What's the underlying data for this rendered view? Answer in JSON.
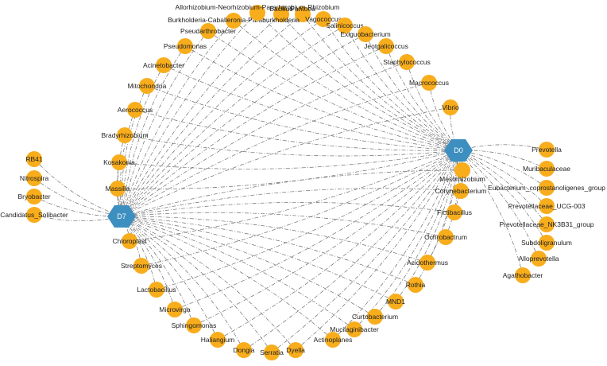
{
  "colors": {
    "genus_node": "#f8ad1c",
    "group_node": "#3d8fc0",
    "edge": "#6e6e6e"
  },
  "hubs": [
    {
      "id": "D0",
      "label": "D0"
    },
    {
      "id": "D7",
      "label": "D7"
    }
  ],
  "nodes": [
    {
      "label": "Bacillus",
      "links": [
        "D0",
        "D7"
      ]
    },
    {
      "label": "Pantoea",
      "links": [
        "D0",
        "D7"
      ]
    },
    {
      "label": "Vagococcus",
      "links": [
        "D0",
        "D7"
      ]
    },
    {
      "label": "Salinicoccus",
      "links": [
        "D0",
        "D7"
      ]
    },
    {
      "label": "Exiguobacterium",
      "links": [
        "D0",
        "D7"
      ]
    },
    {
      "label": "Jeotgalicoccus",
      "links": [
        "D0",
        "D7"
      ]
    },
    {
      "label": "Staphylococcus",
      "links": [
        "D0",
        "D7"
      ]
    },
    {
      "label": "Macrococcus",
      "links": [
        "D0",
        "D7"
      ]
    },
    {
      "label": "Vibrio",
      "links": [
        "D0",
        "D7"
      ]
    },
    {
      "label": "Mesorhizobium",
      "links": [
        "D0",
        "D7"
      ]
    },
    {
      "label": "Corynebacterium",
      "links": [
        "D0",
        "D7"
      ]
    },
    {
      "label": "Fictibacillus",
      "links": [
        "D0",
        "D7"
      ]
    },
    {
      "label": "Ochrobactrum",
      "links": [
        "D0",
        "D7"
      ]
    },
    {
      "label": "Acidothermus",
      "links": [
        "D0",
        "D7"
      ]
    },
    {
      "label": "Rothia",
      "links": [
        "D0",
        "D7"
      ]
    },
    {
      "label": "MND1",
      "links": [
        "D0",
        "D7"
      ]
    },
    {
      "label": "Curtobacterium",
      "links": [
        "D0",
        "D7"
      ]
    },
    {
      "label": "Mucilaginibacter",
      "links": [
        "D0",
        "D7"
      ]
    },
    {
      "label": "Actinoplanes",
      "links": [
        "D0",
        "D7"
      ]
    },
    {
      "label": "Dyella",
      "links": [
        "D0",
        "D7"
      ]
    },
    {
      "label": "Serratia",
      "links": [
        "D0",
        "D7"
      ]
    },
    {
      "label": "Dongia",
      "links": [
        "D0",
        "D7"
      ]
    },
    {
      "label": "Haliangium",
      "links": [
        "D0",
        "D7"
      ]
    },
    {
      "label": "Sphingomonas",
      "links": [
        "D0",
        "D7"
      ]
    },
    {
      "label": "Microvirga",
      "links": [
        "D0",
        "D7"
      ]
    },
    {
      "label": "Lactobacillus",
      "links": [
        "D0",
        "D7"
      ]
    },
    {
      "label": "Streptomyces",
      "links": [
        "D0",
        "D7"
      ]
    },
    {
      "label": "Chloroplast",
      "links": [
        "D0",
        "D7"
      ]
    },
    {
      "label": "Massilia",
      "links": [
        "D0",
        "D7"
      ]
    },
    {
      "label": "Kosakonia",
      "links": [
        "D0",
        "D7"
      ]
    },
    {
      "label": "Bradyrhizobium",
      "links": [
        "D0",
        "D7"
      ]
    },
    {
      "label": "Aerococcus",
      "links": [
        "D0",
        "D7"
      ]
    },
    {
      "label": "Mitochondria",
      "links": [
        "D0",
        "D7"
      ]
    },
    {
      "label": "Acinetobacter",
      "links": [
        "D0",
        "D7"
      ]
    },
    {
      "label": "Pseudomonas",
      "links": [
        "D0",
        "D7"
      ]
    },
    {
      "label": "Pseudarthrobacter",
      "links": [
        "D0",
        "D7"
      ]
    },
    {
      "label": "Burkholderia-Caballeronia-Paraburkholderia",
      "links": [
        "D0",
        "D7"
      ]
    },
    {
      "label": "Allorhizobium-Neorhizobium-Pararhizobium-Rhizobium",
      "links": [
        "D0",
        "D7"
      ]
    },
    {
      "label": "Prevotella",
      "links": [
        "D0"
      ]
    },
    {
      "label": "Muribaculaceae",
      "links": [
        "D0"
      ]
    },
    {
      "label": "Eubacterium_coprostanoligenes_group",
      "links": [
        "D0"
      ]
    },
    {
      "label": "Prevotellaceae_UCG-003",
      "links": [
        "D0"
      ]
    },
    {
      "label": "Prevotellaceae_NK3B31_group",
      "links": [
        "D0"
      ]
    },
    {
      "label": "Subdoligranulum",
      "links": [
        "D0"
      ]
    },
    {
      "label": "Alloprevotella",
      "links": [
        "D0"
      ]
    },
    {
      "label": "Agathobacter",
      "links": [
        "D0"
      ]
    },
    {
      "label": "RB41",
      "links": [
        "D7"
      ]
    },
    {
      "label": "Nitrospira",
      "links": [
        "D7"
      ]
    },
    {
      "label": "Bryobacter",
      "links": [
        "D7"
      ]
    },
    {
      "label": "Candidatus_Solibacter",
      "links": [
        "D7"
      ]
    }
  ]
}
